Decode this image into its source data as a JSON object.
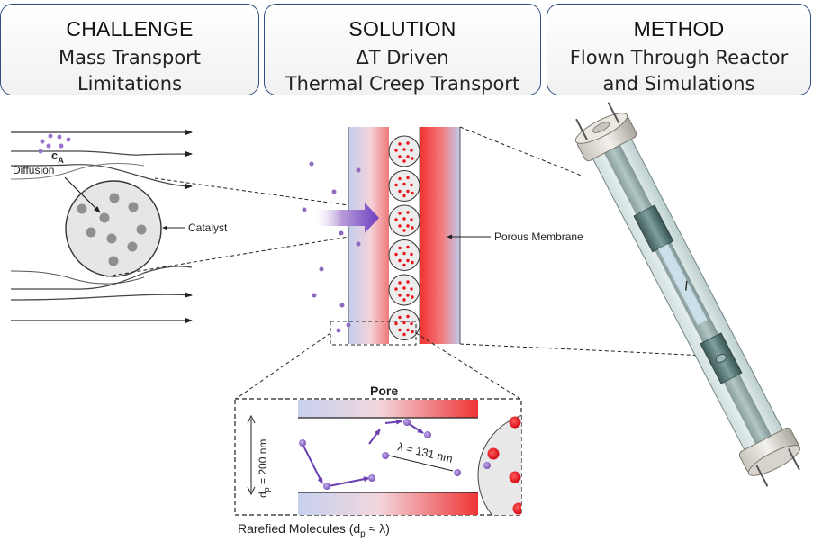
{
  "headers": [
    {
      "title": "CHALLENGE",
      "line1": "Mass Transport",
      "line2": "Limitations"
    },
    {
      "title": "SOLUTION",
      "line1": "ΔT Driven",
      "line2": "Thermal Creep Transport"
    },
    {
      "title": "METHOD",
      "line1": "Flown Through Reactor",
      "line2": "and Simulations"
    }
  ],
  "labels": {
    "concentration_main": "c",
    "concentration_sub": "A",
    "diffusion": "Diffusion",
    "catalyst": "Catalyst",
    "porous_membrane": "Porous Membrane",
    "pore": "Pore",
    "pore_diameter_main": "d",
    "pore_diameter_sub": "p",
    "pore_diameter_value": " = 200 nm",
    "mean_free_path": "λ = 131 nm",
    "rarefied_main": "Rarefied Molecules (d",
    "rarefied_sub": "p",
    "rarefied_end": " ≈ λ)"
  },
  "colors": {
    "hot": "#ee3a3a",
    "cold": "#b9c8ea",
    "particle_red": "#e8141b",
    "molecule_purple": "#8e6bc0",
    "arrow_purple": "#7b4fbf",
    "box_border": "#2f4f80"
  },
  "icons": {
    "flow_arrow": "thermal-creep-arrow-icon",
    "reactor": "reactor-tube-icon"
  }
}
